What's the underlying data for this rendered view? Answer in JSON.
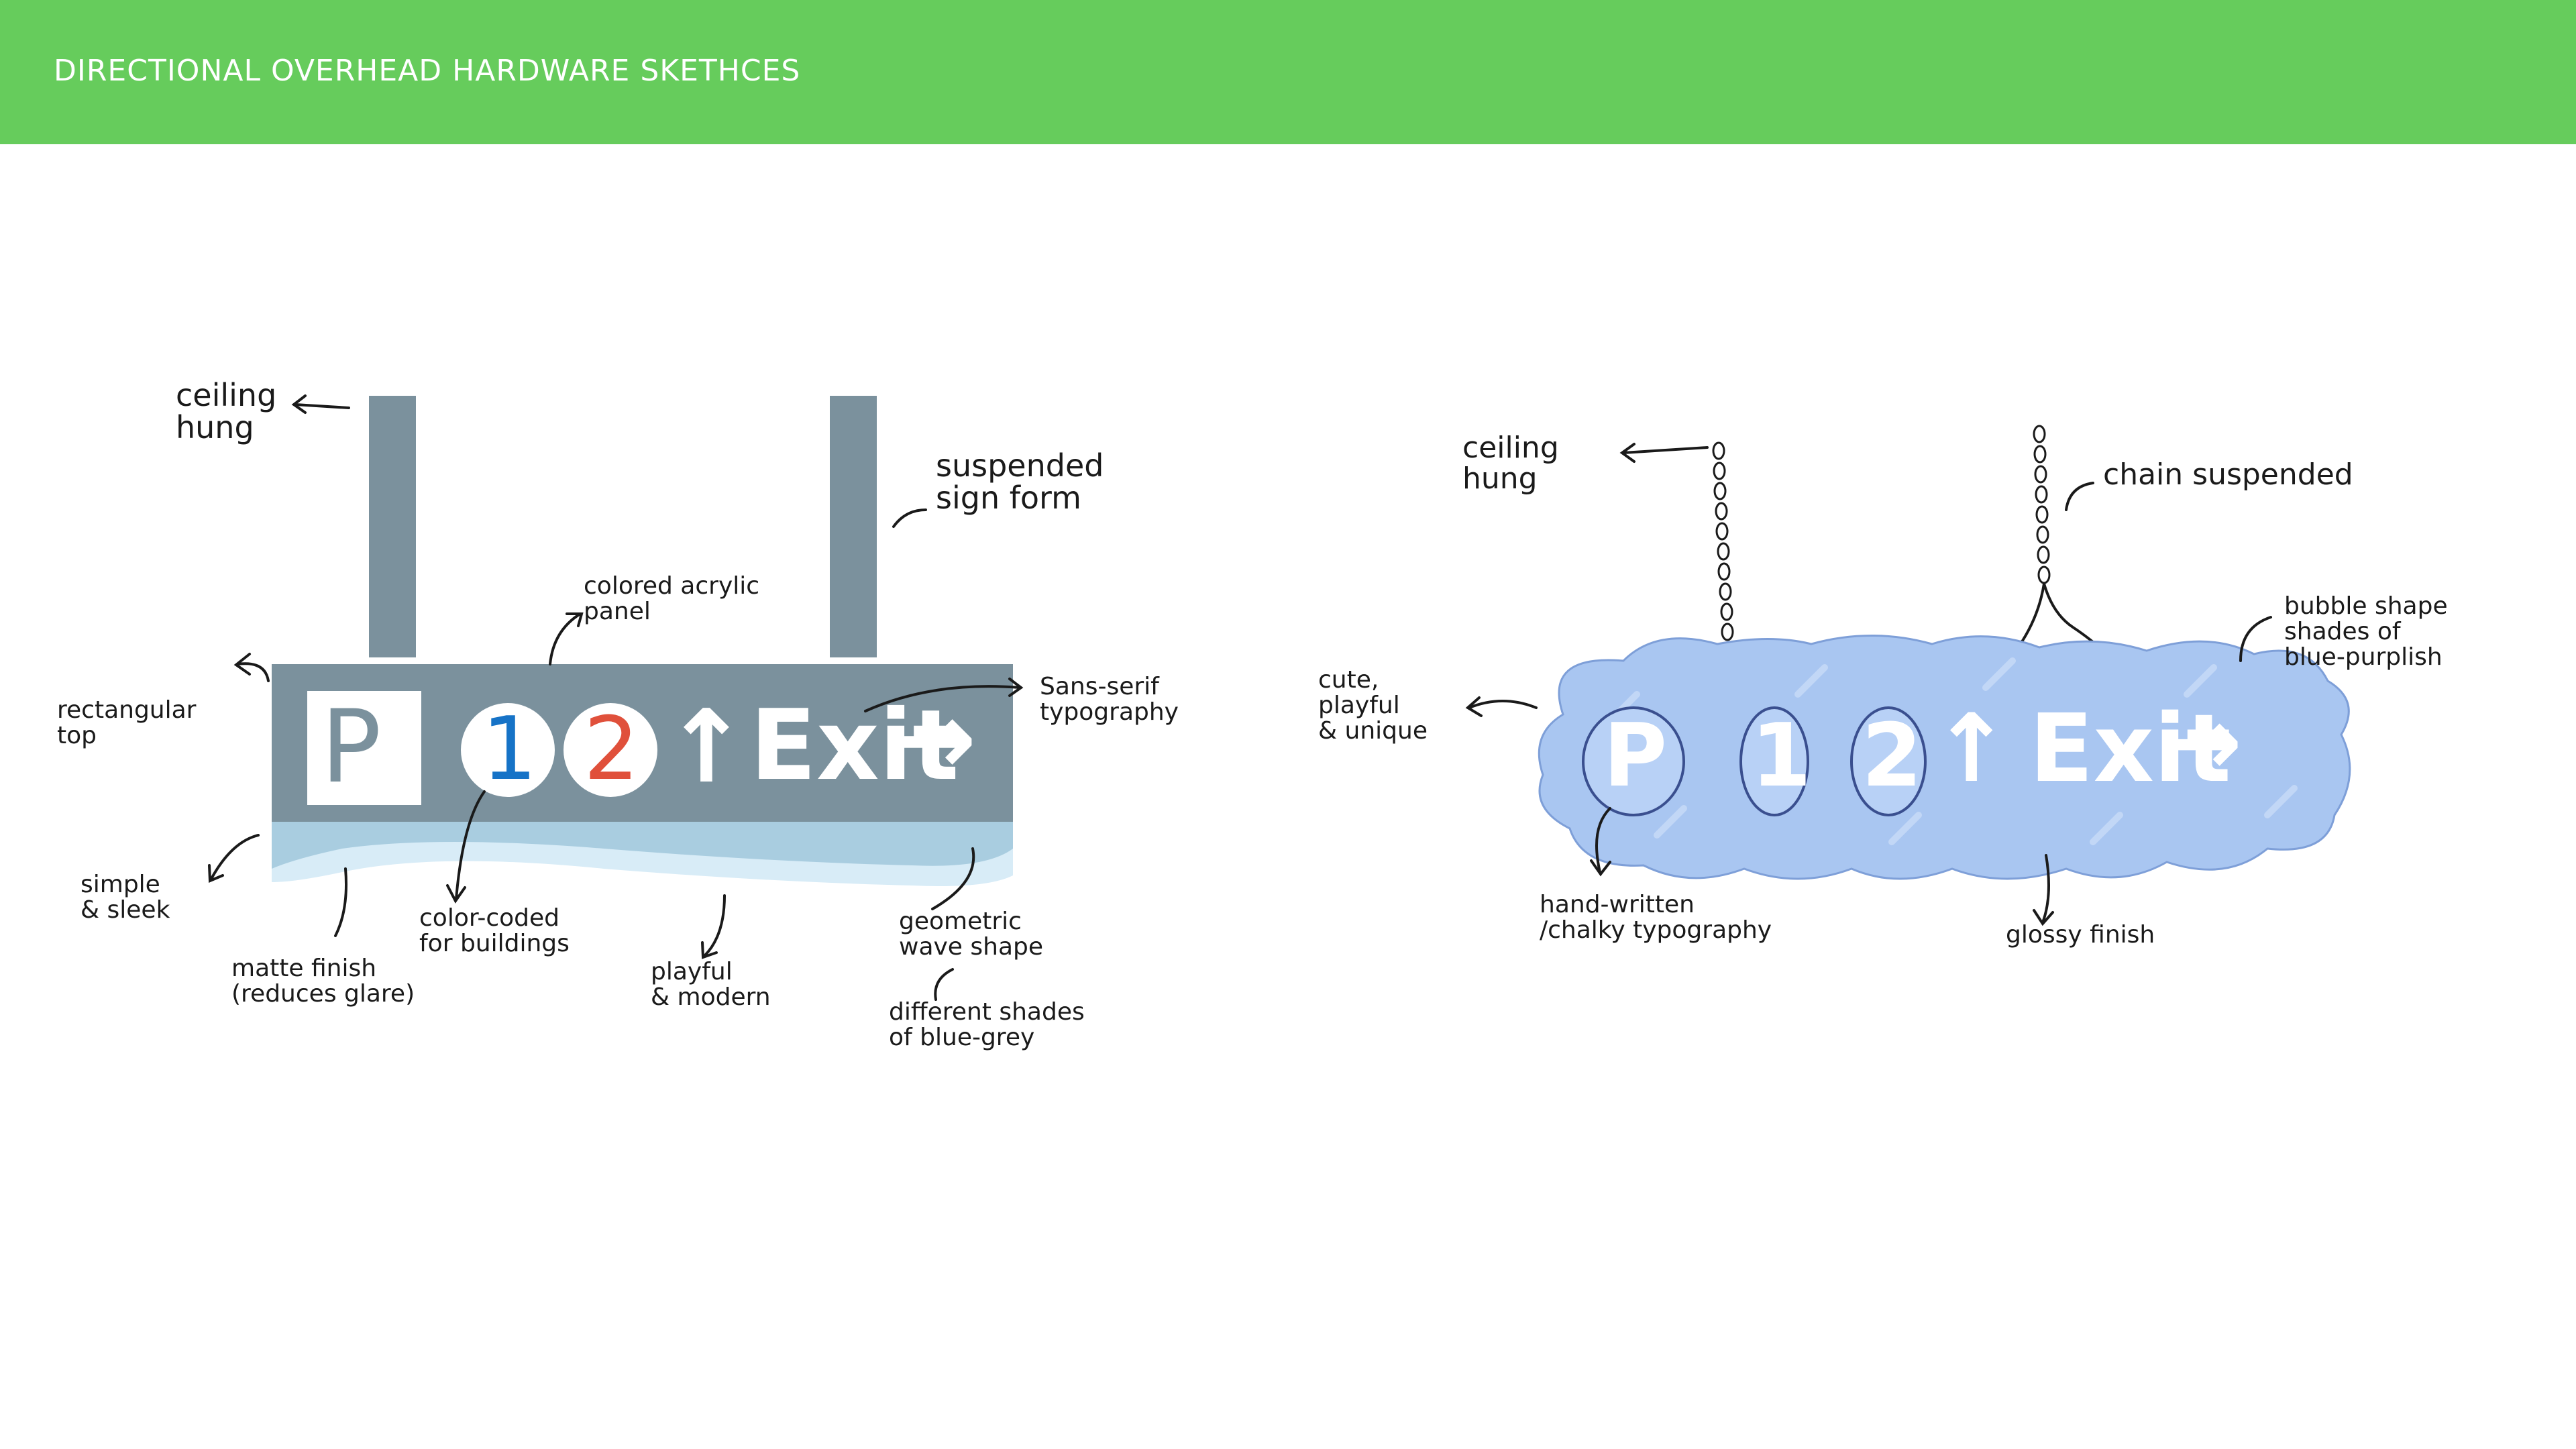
{
  "header": {
    "title": "DIRECTIONAL OVERHEAD HARDWARE SKETHCES"
  },
  "colors": {
    "header_bg": "#66cc5c",
    "sign1_frame": "#7b919d",
    "sign1_wave": "#a9cde0",
    "sign1_wave_light": "#d8ecf7",
    "sign1_one": "#1673c7",
    "sign1_two": "#e0503b",
    "sign2_bubble": "#a9c6f1"
  },
  "sketch1": {
    "panel": {
      "p": "P",
      "one": "1",
      "two": "2",
      "arrow_up": "↑",
      "exit": "Exit",
      "arrow_right": "→"
    },
    "notes": {
      "ceiling": "ceiling\nhung",
      "suspended": "suspended\nsign form",
      "acrylic": "colored acrylic\npanel",
      "rect_top": "rectangular\ntop",
      "sans": "Sans-serif\ntypography",
      "simple": "simple\n& sleek",
      "matte": "matte finish\n(reduces glare)",
      "color": "color-coded\nfor buildings",
      "playful": "playful\n& modern",
      "geometric": "geometric\nwave shape",
      "shades": "different shades\nof blue-grey"
    }
  },
  "sketch2": {
    "panel": {
      "p": "P",
      "one": "1",
      "two": "2",
      "arrow_up": "↑",
      "exit": "Exit",
      "arrow_right": "→"
    },
    "notes": {
      "ceiling": "ceiling\nhung",
      "chain": "chain suspended",
      "bubble": "bubble shape\nshades of\nblue-purplish",
      "cute": "cute,\nplayful\n& unique",
      "hand": "hand-written\n/chalky typography",
      "glossy": "glossy finish"
    }
  }
}
